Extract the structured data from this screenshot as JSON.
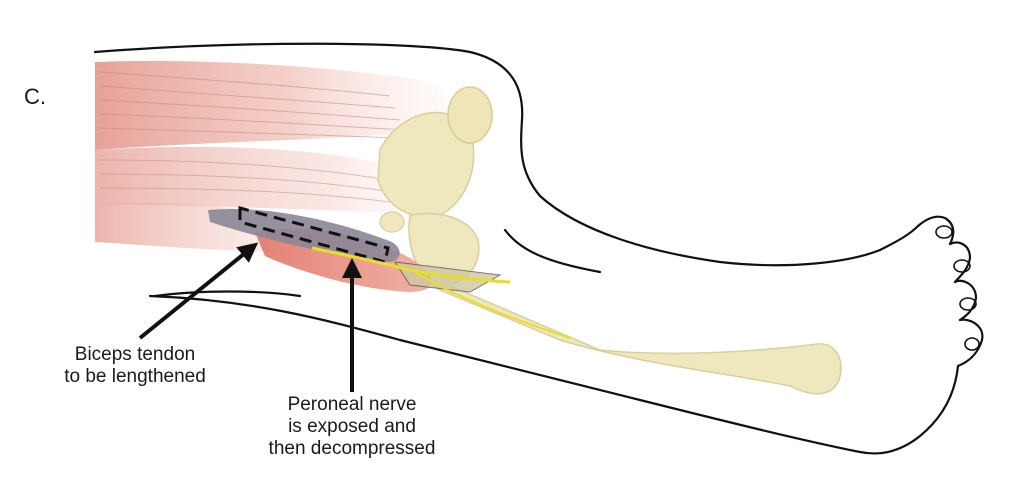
{
  "figure": {
    "panel_label": "C.",
    "labels": {
      "biceps_line1": "Biceps tendon",
      "biceps_line2": "to be lengthened",
      "nerve_line1": "Peroneal nerve",
      "nerve_line2": "is exposed and",
      "nerve_line3": "then decompressed"
    }
  },
  "colors": {
    "muscle": "#e8a49b",
    "bone": "#efe7bd",
    "nerve": "#e6df2a",
    "tendon": "#7f7a8c",
    "outline": "#111111"
  }
}
